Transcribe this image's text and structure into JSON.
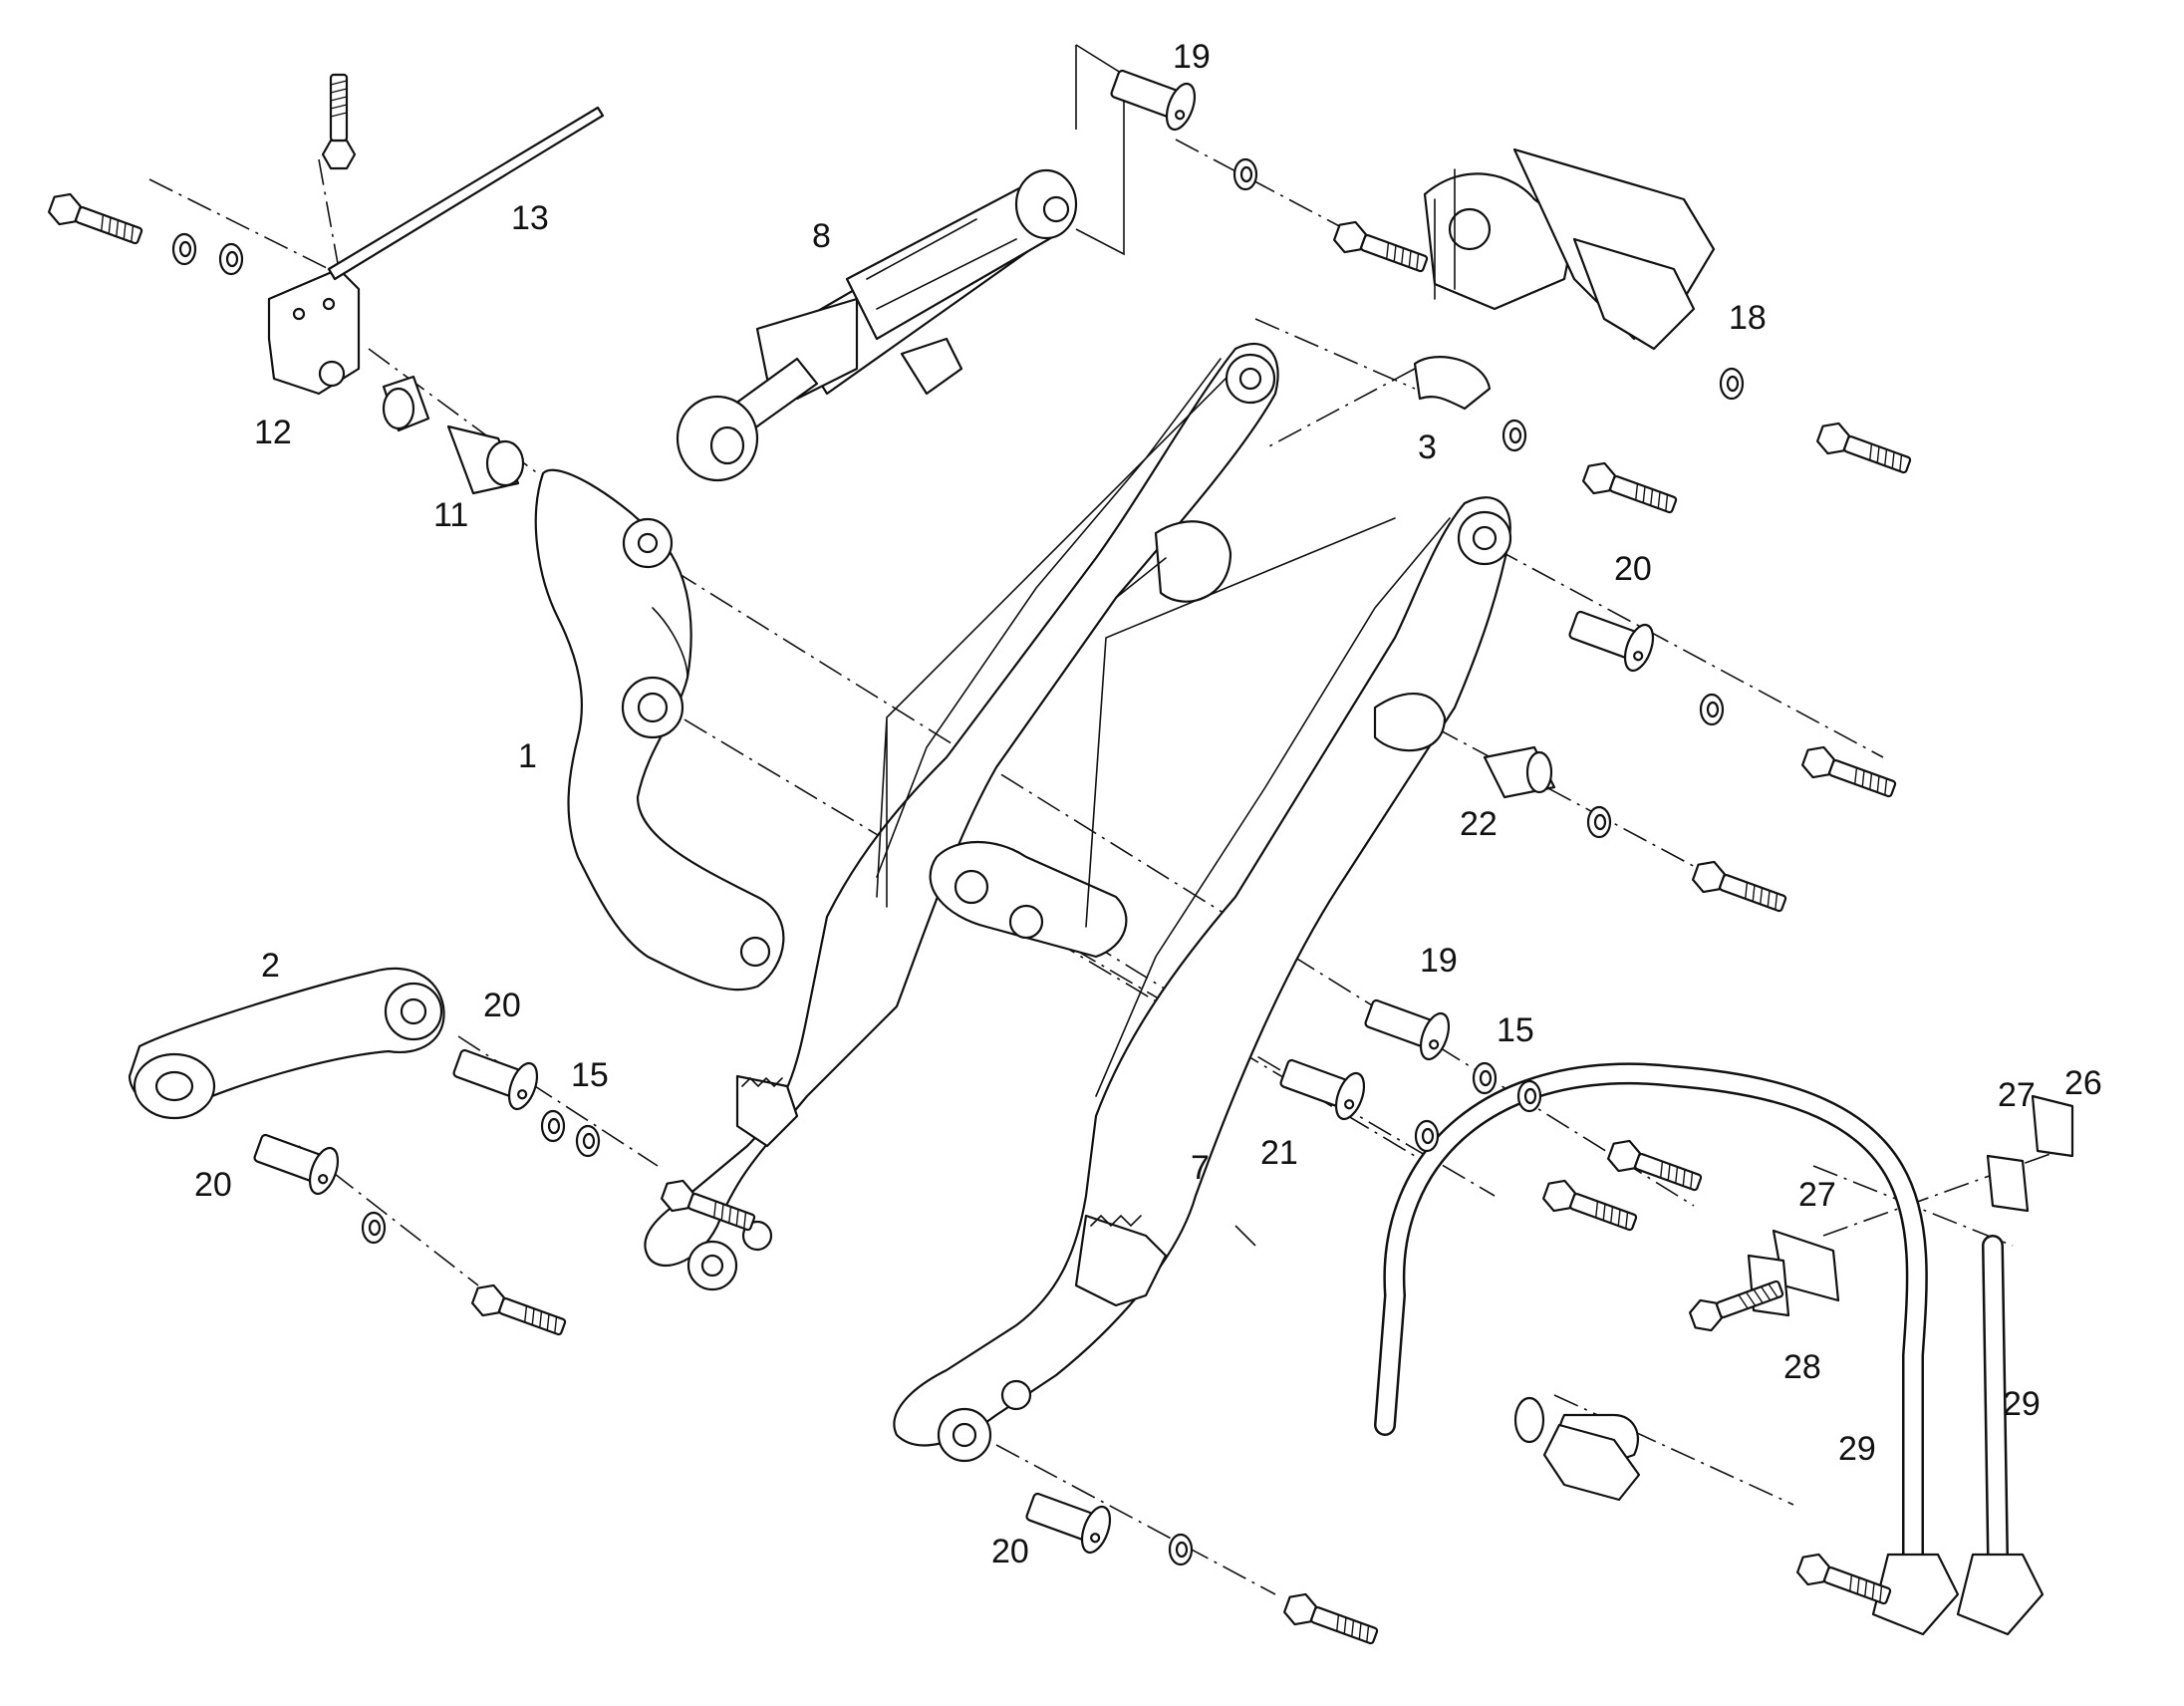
{
  "callouts": [
    {
      "id": "c1",
      "text": "1"
    },
    {
      "id": "c2",
      "text": "2"
    },
    {
      "id": "c3",
      "text": "3"
    },
    {
      "id": "c7",
      "text": "7"
    },
    {
      "id": "c8",
      "text": "8"
    },
    {
      "id": "c11",
      "text": "11"
    },
    {
      "id": "c12",
      "text": "12"
    },
    {
      "id": "c13",
      "text": "13"
    },
    {
      "id": "c15a",
      "text": "15"
    },
    {
      "id": "c15b",
      "text": "15"
    },
    {
      "id": "c18",
      "text": "18"
    },
    {
      "id": "c19a",
      "text": "19"
    },
    {
      "id": "c19b",
      "text": "19"
    },
    {
      "id": "c20a",
      "text": "20"
    },
    {
      "id": "c20b",
      "text": "20"
    },
    {
      "id": "c20c",
      "text": "20"
    },
    {
      "id": "c20d",
      "text": "20"
    },
    {
      "id": "c21",
      "text": "21"
    },
    {
      "id": "c22",
      "text": "22"
    },
    {
      "id": "c26",
      "text": "26"
    },
    {
      "id": "c27a",
      "text": "27"
    },
    {
      "id": "c27b",
      "text": "27"
    },
    {
      "id": "c28",
      "text": "28"
    },
    {
      "id": "c29a",
      "text": "29"
    },
    {
      "id": "c29b",
      "text": "29"
    }
  ]
}
